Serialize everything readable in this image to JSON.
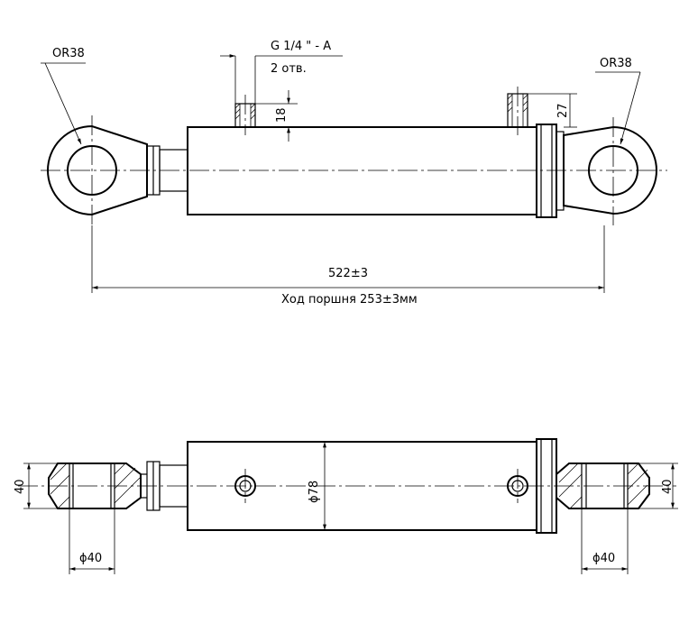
{
  "top_view": {
    "radius_left": "OR38",
    "radius_right": "OR38",
    "port_thread": "G 1/4 \" - A",
    "port_count": "2 отв.",
    "port_height": "18",
    "end_height": "27",
    "overall_length": "522±3",
    "stroke_note": "Ход поршня 253±3мм"
  },
  "bottom_view": {
    "eye_width_left": "40",
    "eye_width_right": "40",
    "bore_left": "ϕ40",
    "bore_right": "ϕ40",
    "barrel_diameter": "ϕ78"
  }
}
